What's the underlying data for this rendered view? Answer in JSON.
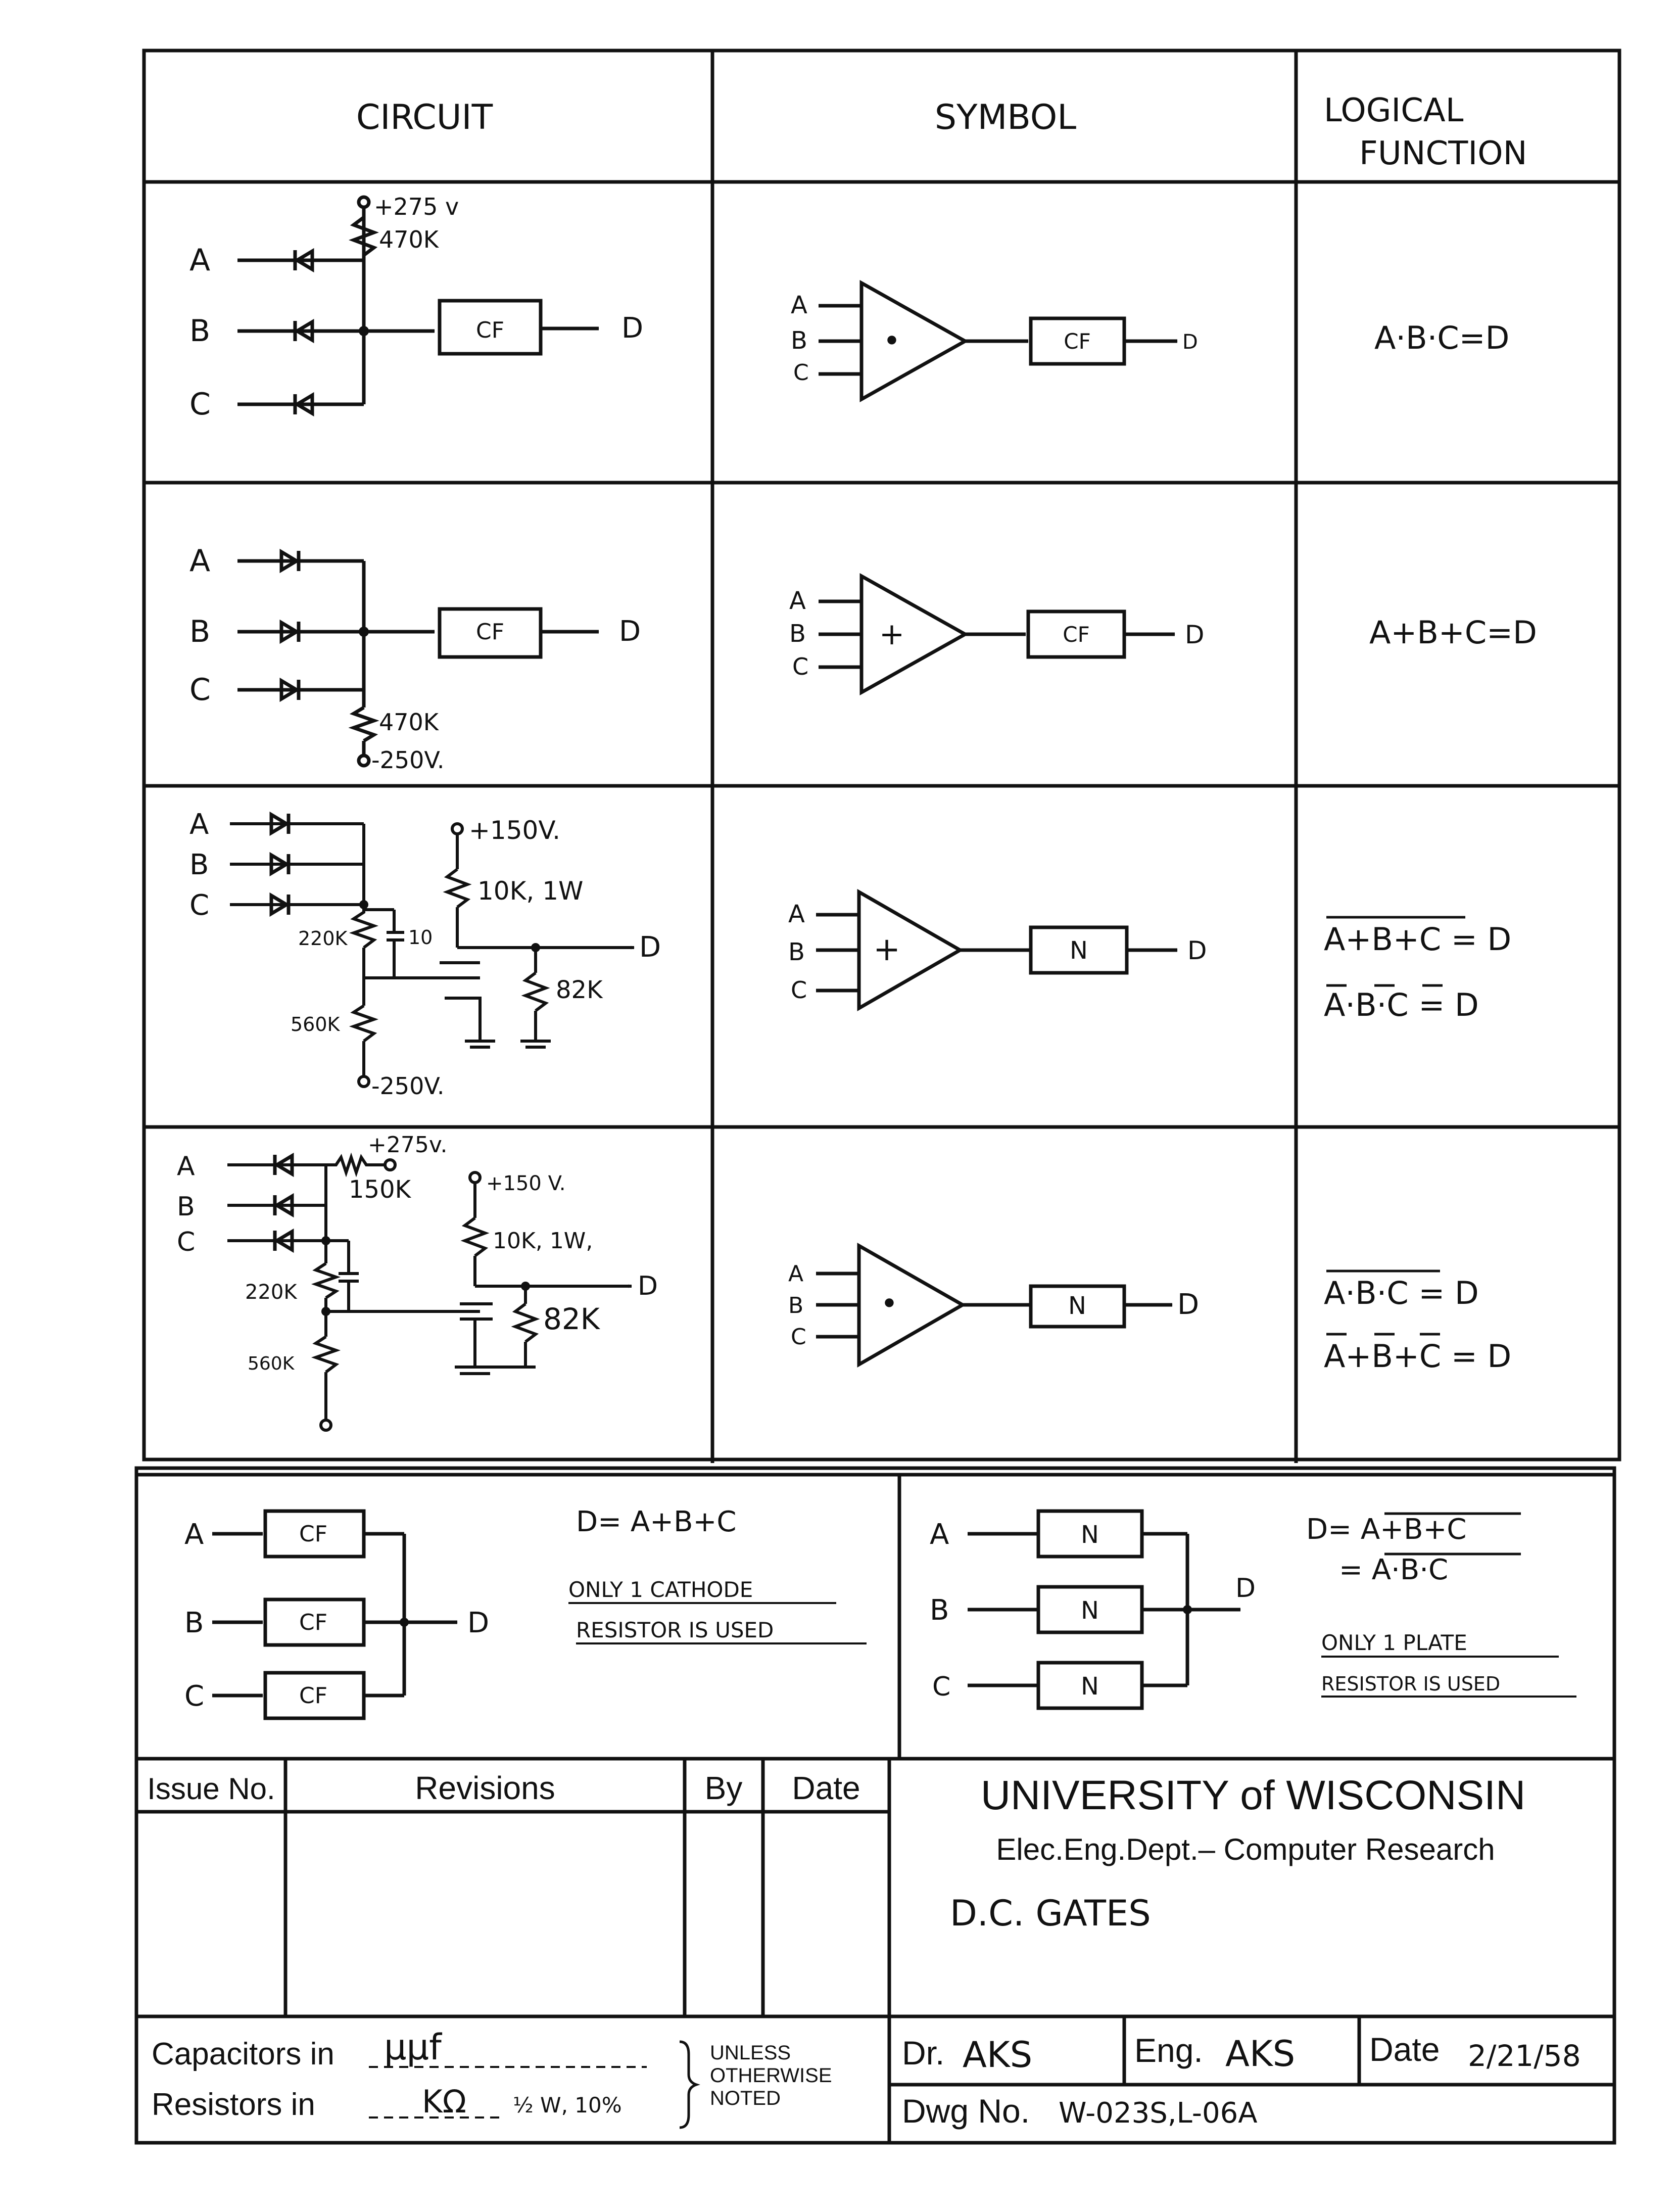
{
  "headers": {
    "circuit": "CIRCUIT",
    "symbol": "SYMBOL",
    "logical_line1": "LOGICAL",
    "logical_line2": "FUNCTION"
  },
  "rows": [
    {
      "inputs": [
        "A",
        "B",
        "C"
      ],
      "output": "D",
      "circuit_block": "CF",
      "supply": "+275 v",
      "resistor": "470K",
      "symbol_op": "•",
      "symbol_block": "CF",
      "function": [
        "A·B·C=D"
      ]
    },
    {
      "inputs": [
        "A",
        "B",
        "C"
      ],
      "output": "D",
      "circuit_block": "CF",
      "supply": "-250V.",
      "resistor": "470K",
      "symbol_op": "+",
      "symbol_block": "CF",
      "function": [
        "A+B+C=D"
      ]
    },
    {
      "inputs": [
        "A",
        "B",
        "C"
      ],
      "output": "D",
      "supply": "+150V.",
      "plate_resistor": "10K, 1W",
      "resistor_a": "220K",
      "resistor_b": "560K",
      "capacitor": "10",
      "grid_resistor": "82K",
      "neg_supply": "-250V.",
      "symbol_op": "+",
      "symbol_block": "N",
      "function": [
        "A+B+C = D",
        "A·B·C = D"
      ]
    },
    {
      "inputs": [
        "A",
        "B",
        "C"
      ],
      "output": "D",
      "supply": "+275v.",
      "series_resistor": "150K",
      "supply2": "+150 V.",
      "plate_resistor": "10K, 1W,",
      "resistor_a": "220K",
      "resistor_b": "560K",
      "grid_resistor": "82K",
      "symbol_op": "•",
      "symbol_block": "N",
      "function": [
        "A·B·C = D",
        "A+B+C = D"
      ]
    }
  ],
  "bottom_left": {
    "inputs": [
      "A",
      "B",
      "C"
    ],
    "block": "CF",
    "output": "D",
    "equation": "D= A+B+C",
    "note_line1": "ONLY 1 CATHODE",
    "note_line2": "RESISTOR IS USED"
  },
  "bottom_right": {
    "inputs": [
      "A",
      "B",
      "C"
    ],
    "block": "N",
    "output": "D",
    "equation_line1": "D= A+B+C",
    "equation_line2": "= A·B·C",
    "note_line1": "ONLY 1 PLATE",
    "note_line2": "RESISTOR IS USED"
  },
  "revisions": {
    "col_issue": "Issue No.",
    "col_revisions": "Revisions",
    "col_by": "By",
    "col_date": "Date"
  },
  "title_block": {
    "university": "UNIVERSITY of WISCONSIN",
    "department": "Elec.Eng.Dept.– Computer Research",
    "title": "D.C. GATES",
    "dr_label": "Dr.",
    "dr_value": "AKS",
    "eng_label": "Eng.",
    "eng_value": "AKS",
    "date_label": "Date",
    "date_value": "2/21/58",
    "dwg_label": "Dwg No.",
    "dwg_value": "W-023S,L-06A"
  },
  "units": {
    "capacitors_label": "Capacitors in",
    "capacitors_value": "µµf",
    "resistors_label": "Resistors  in",
    "resistors_value": "KΩ",
    "resistors_spec": "½ W, 10%",
    "note_line1": "UNLESS",
    "note_line2": "OTHERWISE",
    "note_line3": "NOTED"
  }
}
